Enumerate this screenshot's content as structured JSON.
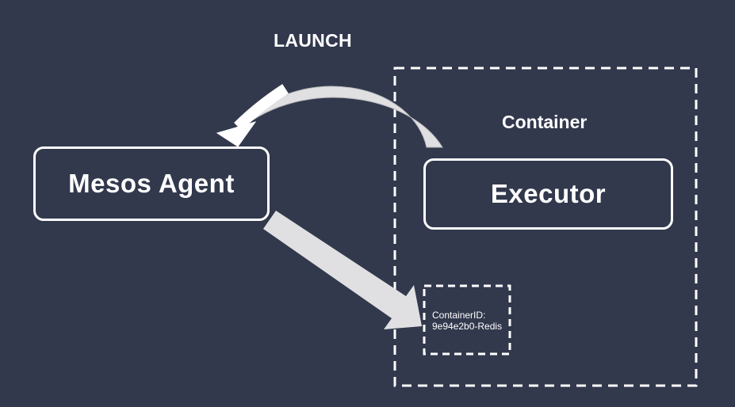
{
  "diagram": {
    "launch_label": "LAUNCH",
    "container_label": "Container",
    "mesos_agent_label": "Mesos Agent",
    "executor_label": "Executor",
    "container_id_title": "ContainerID:",
    "container_id_value": "9e94e2b0-Redis"
  },
  "colors": {
    "background": "#32394d",
    "foreground": "#ffffff",
    "arrow_fill": "#e0e0e2"
  }
}
